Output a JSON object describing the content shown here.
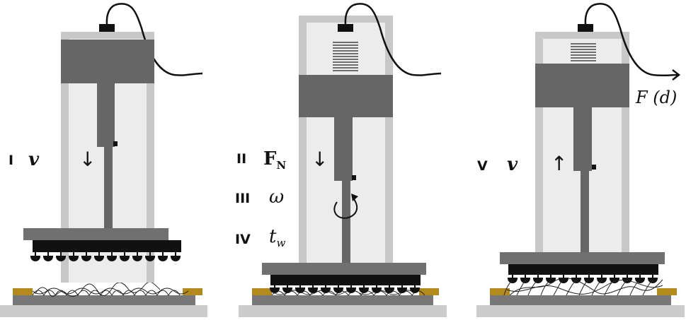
{
  "panels": [
    {
      "id": "panel-1",
      "steps": [
        {
          "roman": "I",
          "symbol": "v",
          "symbol_sub": "",
          "arrow": "↓"
        }
      ]
    },
    {
      "id": "panel-2",
      "steps": [
        {
          "roman": "II",
          "symbol": "F",
          "symbol_sub": "N",
          "arrow": "↓"
        },
        {
          "roman": "III",
          "symbol": "ω",
          "symbol_sub": "",
          "arrow": ""
        },
        {
          "roman": "IV",
          "symbol": "t",
          "symbol_sub": "w",
          "arrow": ""
        }
      ]
    },
    {
      "id": "panel-3",
      "steps": [
        {
          "roman": "V",
          "symbol": "v",
          "symbol_sub": "",
          "arrow": "↑"
        }
      ],
      "force_label": "F (d)"
    }
  ],
  "colors": {
    "frame_outer": "#c8c8c8",
    "frame_inner": "#ececec",
    "block": "#666666",
    "plate": "#707070",
    "contact": "#111111",
    "base": "#cccccc",
    "pad": "#b38b1a",
    "substrate": "#777777"
  }
}
